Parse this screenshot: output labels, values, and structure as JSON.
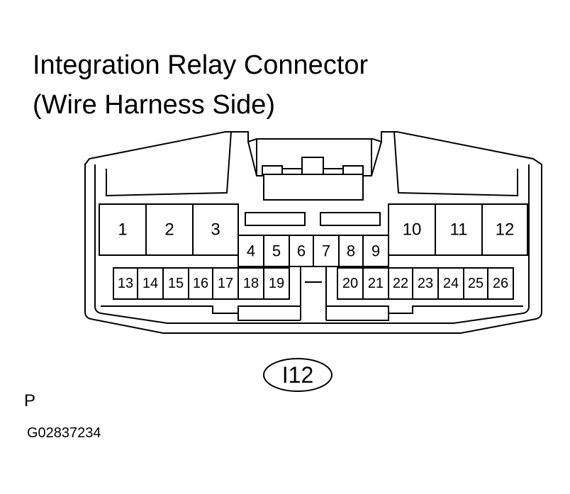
{
  "title_line1": "Integration Relay Connector",
  "title_line2": "(Wire Harness Side)",
  "connector_code": "I12",
  "section_letter": "P",
  "figure_code": "G02837234",
  "pins": {
    "p1": "1",
    "p2": "2",
    "p3": "3",
    "p4": "4",
    "p5": "5",
    "p6": "6",
    "p7": "7",
    "p8": "8",
    "p9": "9",
    "p10": "10",
    "p11": "11",
    "p12": "12",
    "p13": "13",
    "p14": "14",
    "p15": "15",
    "p16": "16",
    "p17": "17",
    "p18": "18",
    "p19": "19",
    "p20": "20",
    "p21": "21",
    "p22": "22",
    "p23": "23",
    "p24": "24",
    "p25": "25",
    "p26": "26"
  }
}
